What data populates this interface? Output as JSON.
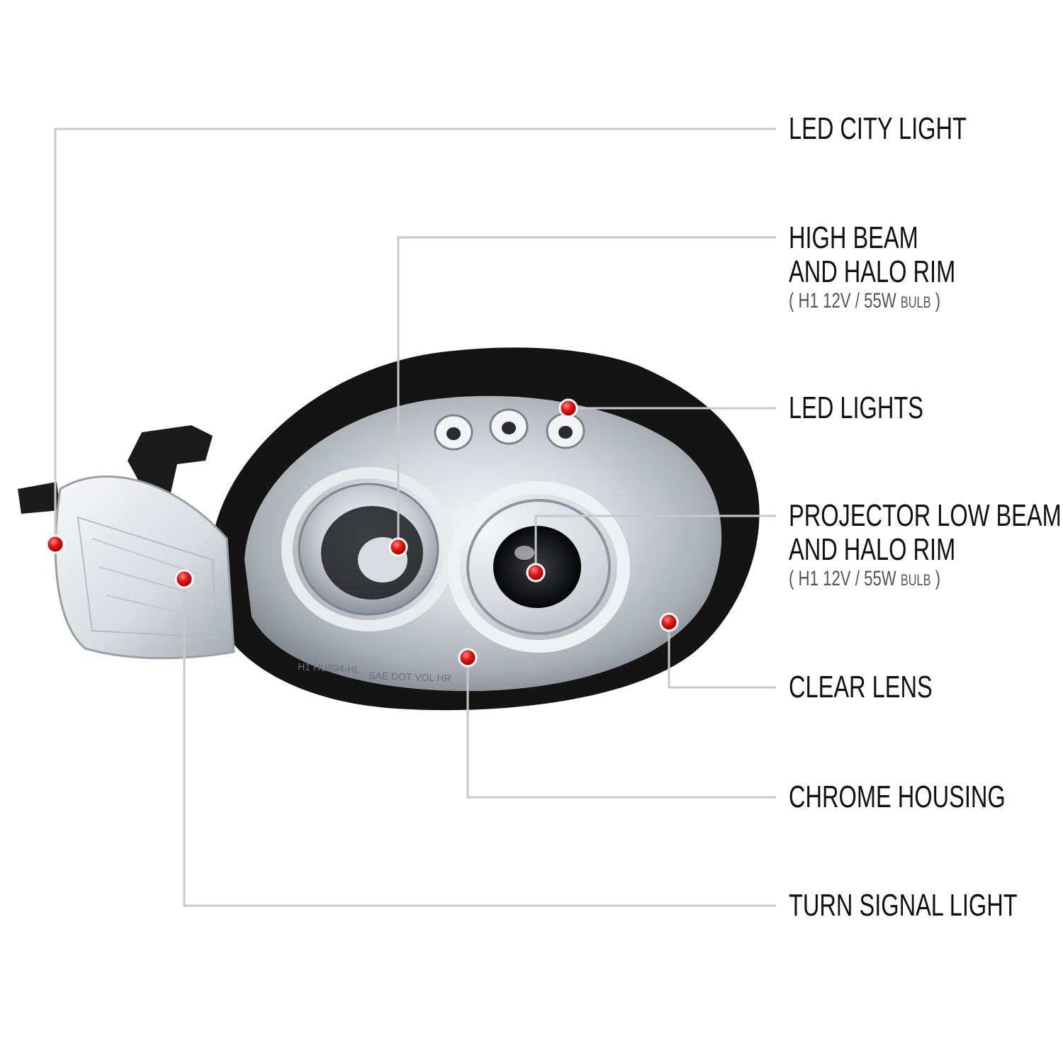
{
  "callouts": {
    "led_city_light": "LED CITY LIGHT",
    "high_beam": {
      "line1": "HIGH BEAM",
      "line2": "AND HALO RIM",
      "spec_open": "( H1  12V / 55W ",
      "spec_bulb": "BULB",
      "spec_close": " )"
    },
    "led_lights": "LED LIGHTS",
    "projector_low_beam": {
      "line1": "PROJECTOR LOW BEAM",
      "line2": "AND HALO RIM",
      "spec_open": "( H1  12V / 55W ",
      "spec_bulb": "BULB",
      "spec_close": " )"
    },
    "clear_lens": "CLEAR LENS",
    "chrome_housing": "CHROME HOUSING",
    "turn_signal_light": "TURN SIGNAL LIGHT"
  },
  "lens_markings": {
    "line_a": "H1 HU894-HL",
    "line_b": "SAE  DOT  VOL  HR"
  },
  "colors": {
    "marker": "#e01818",
    "leader_line": "#c8c8c8",
    "housing_black": "#141414",
    "chrome": "#cfd3d8"
  }
}
